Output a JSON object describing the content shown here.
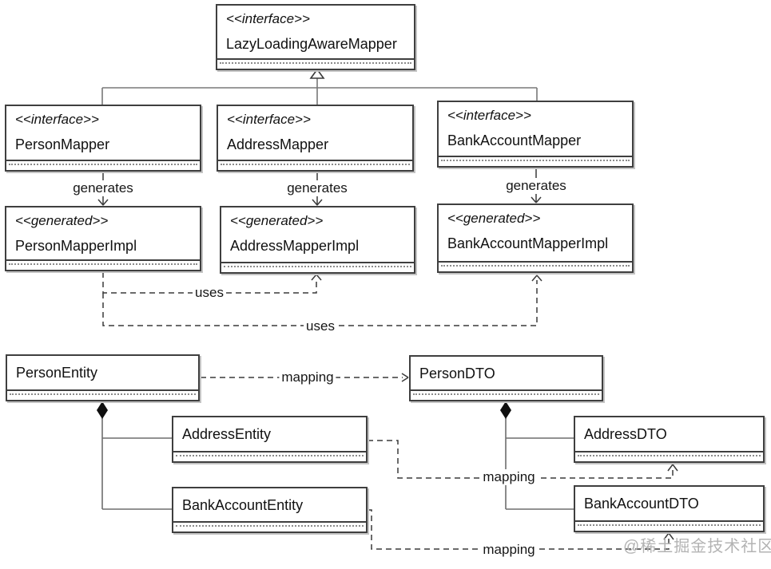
{
  "diagram": {
    "type": "uml-class-diagram",
    "nodes": [
      {
        "stereotype": "<<interface>>",
        "name": "LazyLoadingAwareMapper"
      },
      {
        "stereotype": "<<interface>>",
        "name": "PersonMapper"
      },
      {
        "stereotype": "<<interface>>",
        "name": "AddressMapper"
      },
      {
        "stereotype": "<<interface>>",
        "name": "BankAccountMapper"
      },
      {
        "stereotype": "<<generated>>",
        "name": "PersonMapperImpl"
      },
      {
        "stereotype": "<<generated>>",
        "name": "AddressMapperImpl"
      },
      {
        "stereotype": "<<generated>>",
        "name": "BankAccountMapperImpl"
      },
      {
        "name": "PersonEntity"
      },
      {
        "name": "PersonDTO"
      },
      {
        "name": "AddressEntity"
      },
      {
        "name": "BankAccountEntity"
      },
      {
        "name": "AddressDTO"
      },
      {
        "name": "BankAccountDTO"
      }
    ],
    "edges": [
      {
        "type": "generalization",
        "from": "PersonMapper",
        "to": "LazyLoadingAwareMapper",
        "label": ""
      },
      {
        "type": "generalization",
        "from": "AddressMapper",
        "to": "LazyLoadingAwareMapper",
        "label": ""
      },
      {
        "type": "generalization",
        "from": "BankAccountMapper",
        "to": "LazyLoadingAwareMapper",
        "label": ""
      },
      {
        "type": "dependency-solid",
        "from": "PersonMapper",
        "to": "PersonMapperImpl",
        "label": "generates"
      },
      {
        "type": "dependency-solid",
        "from": "AddressMapper",
        "to": "AddressMapperImpl",
        "label": "generates"
      },
      {
        "type": "dependency-solid",
        "from": "BankAccountMapper",
        "to": "BankAccountMapperImpl",
        "label": "generates"
      },
      {
        "type": "dependency-dashed",
        "from": "PersonMapperImpl",
        "to": "AddressMapperImpl",
        "label": "uses"
      },
      {
        "type": "dependency-dashed",
        "from": "PersonMapperImpl",
        "to": "BankAccountMapperImpl",
        "label": "uses"
      },
      {
        "type": "dependency-dashed",
        "from": "PersonEntity",
        "to": "PersonDTO",
        "label": "mapping"
      },
      {
        "type": "dependency-dashed",
        "from": "AddressEntity",
        "to": "AddressDTO",
        "label": "mapping"
      },
      {
        "type": "dependency-dashed",
        "from": "BankAccountEntity",
        "to": "BankAccountDTO",
        "label": "mapping"
      },
      {
        "type": "composition",
        "from": "PersonEntity",
        "to": "AddressEntity",
        "label": ""
      },
      {
        "type": "composition",
        "from": "PersonEntity",
        "to": "BankAccountEntity",
        "label": ""
      },
      {
        "type": "composition",
        "from": "PersonDTO",
        "to": "AddressDTO",
        "label": ""
      },
      {
        "type": "composition",
        "from": "PersonDTO",
        "to": "BankAccountDTO",
        "label": ""
      }
    ],
    "watermark": "@稀土掘金技术社区",
    "colors": {
      "background": "#ffffff",
      "box_border": "#3f3f3f",
      "line": "#6e6e6e",
      "dashed_line": "#3a3a3a",
      "text": "#111111",
      "watermark": "#b3b3b3"
    }
  }
}
